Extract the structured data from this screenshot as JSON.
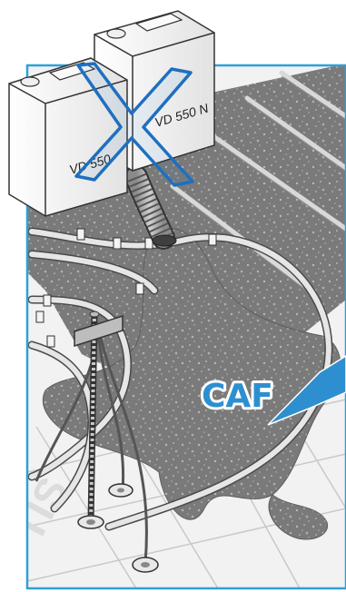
{
  "canisters": {
    "front_label": "VD 550",
    "back_label": "VD 550 N"
  },
  "callout": {
    "label": "CAF"
  },
  "colors": {
    "frame": "#2f9fd8",
    "cross": "#1e6fc0",
    "screed": "#767676",
    "pipe": "#d8d8d8",
    "callout_fill": "#2e8fd0"
  }
}
